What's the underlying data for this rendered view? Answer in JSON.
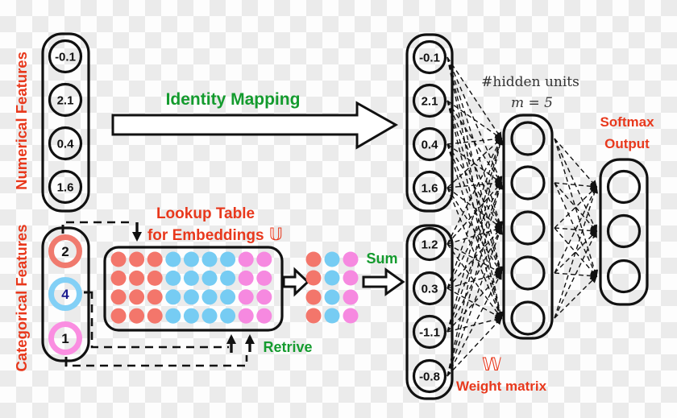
{
  "colors": {
    "accent_red": "#e8381c",
    "accent_green": "#149b2e",
    "ink": "#111111",
    "dot_red": "#f3766b",
    "dot_blue": "#76ccf3",
    "dot_pink": "#f689e0",
    "navy_value": "#1b1b8e"
  },
  "labels": {
    "numerical_features": "Numerical Features",
    "categorical_features": "Categorical Features",
    "identity_mapping": "Identity Mapping",
    "lookup_table_line1": "Lookup Table",
    "lookup_table_line2": "for Embeddings",
    "embedding_matrix_symbol": "𝕌",
    "retrieve": "Retrive",
    "sum": "Sum",
    "hidden_units_line1": "#hidden units",
    "hidden_units_line2": "m = 5",
    "softmax_line1": "Softmax",
    "softmax_line2": "Output",
    "weight_matrix_symbol": "𝕎",
    "weight_matrix_label": "Weight matrix"
  },
  "numerical_features": {
    "values": [
      "-0.1",
      "2.1",
      "0.4",
      "1.6"
    ]
  },
  "categorical_features": {
    "values": [
      {
        "value": "2",
        "ring_color": "#f07a6e",
        "text_color": "#111111"
      },
      {
        "value": "4",
        "ring_color": "#82d0f6",
        "text_color": "#1b1b8e"
      },
      {
        "value": "1",
        "ring_color": "#fa8ee1",
        "text_color": "#111111"
      }
    ]
  },
  "dense_inputs": {
    "numerical": [
      "-0.1",
      "2.1",
      "0.4",
      "1.6"
    ],
    "embedding": [
      "1.2",
      "0.3",
      "-1.1",
      "-0.8"
    ]
  },
  "lookup_table": {
    "rows": 4,
    "columns": 9,
    "column_colors": [
      "#f3766b",
      "#f3766b",
      "#f3766b",
      "#76ccf3",
      "#76ccf3",
      "#76ccf3",
      "#76ccf3",
      "#f689e0",
      "#f689e0"
    ]
  },
  "sum_grid": {
    "rows": 4,
    "columns": 3,
    "column_colors": [
      "#f3766b",
      "#76ccf3",
      "#f689e0"
    ]
  },
  "hidden_layer": {
    "count": 5
  },
  "output_layer": {
    "count": 3
  }
}
